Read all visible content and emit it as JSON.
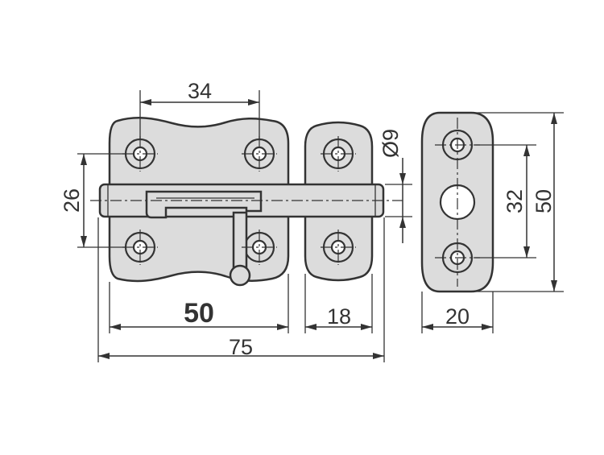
{
  "dimensions": {
    "plate_hole_spacing": "34",
    "plate_hole_vertical": "26",
    "plate_width": "50",
    "receiver_width": "18",
    "overall_length": "75",
    "bolt_diameter": "Ø9",
    "side_hole_spacing": "32",
    "side_height": "50",
    "side_width": "20"
  },
  "colors": {
    "part_fill": "#dcdcdc",
    "line": "#333333",
    "background": "#ffffff"
  }
}
